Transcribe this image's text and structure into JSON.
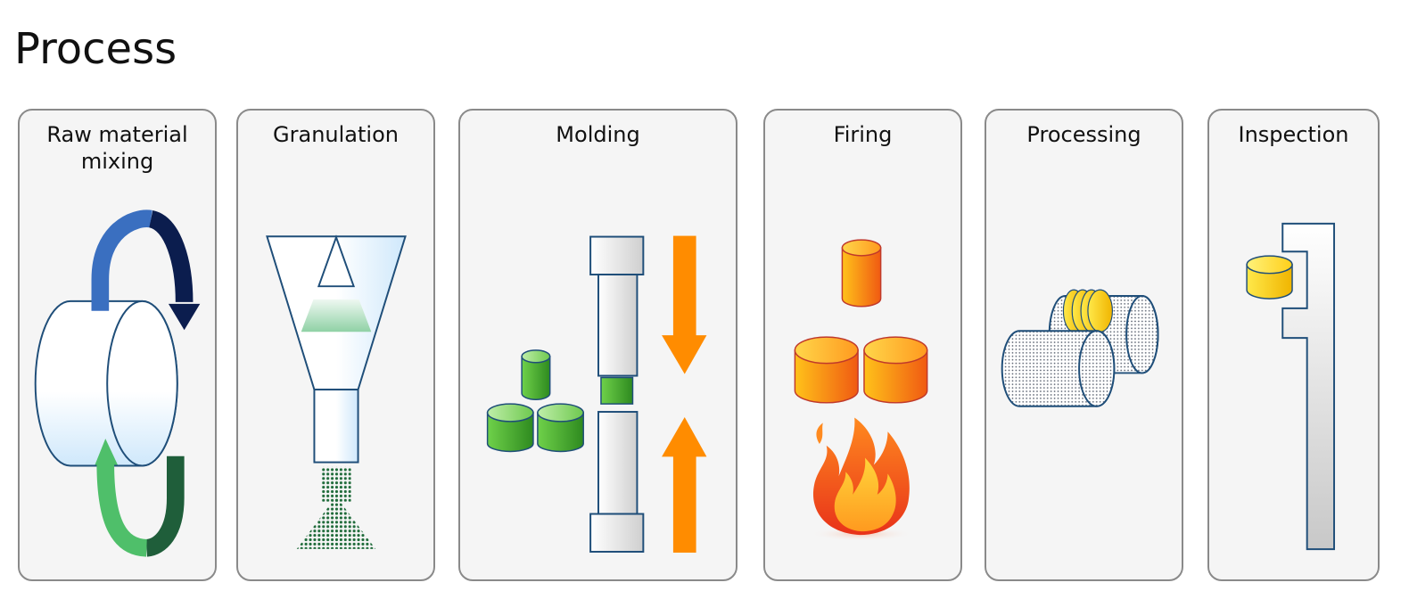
{
  "title": "Process",
  "steps": [
    {
      "label": "Raw material\nmixing"
    },
    {
      "label": "Granulation"
    },
    {
      "label": "Molding"
    },
    {
      "label": "Firing"
    },
    {
      "label": "Processing"
    },
    {
      "label": "Inspection"
    }
  ],
  "colors": {
    "outline": "#1f4e79",
    "panel_bg": "#f5f5f5",
    "panel_border": "#8a8a8a",
    "green": "#3aa52a",
    "orange": "#ff8c00",
    "yellow": "#ffd400",
    "fire_red": "#f0451f"
  }
}
